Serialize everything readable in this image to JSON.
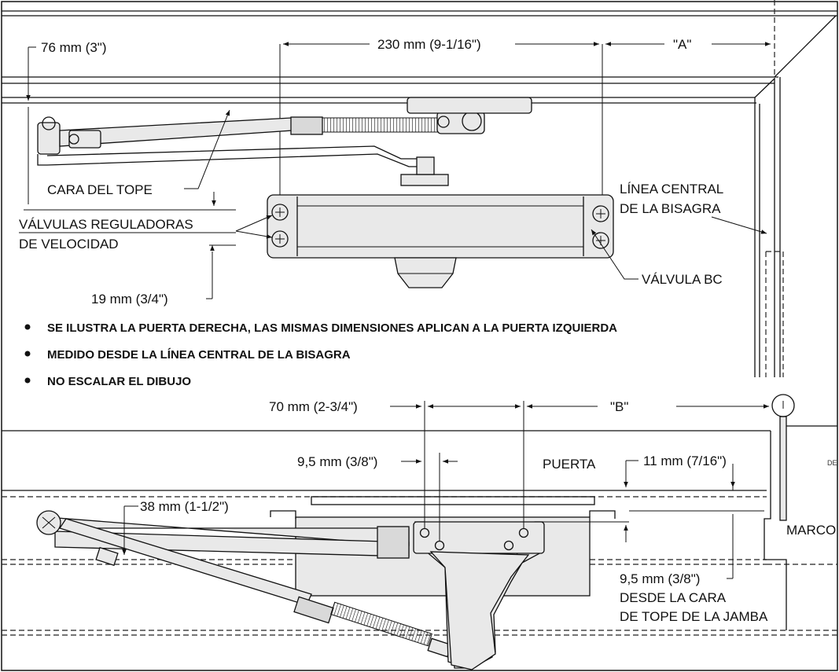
{
  "top_view": {
    "dim_top_width": "230 mm (9-1/16\")",
    "dim_a": "\"A\"",
    "dim_left_height": "76 mm (3\")",
    "label_stop_face": "CARA DEL TOPE",
    "label_valves_line1": "VÁLVULAS REGULADORAS",
    "label_valves_line2": "DE VELOCIDAD",
    "dim_bottom_offset": "19 mm (3/4\")",
    "label_hinge_line1": "LÍNEA CENTRAL",
    "label_hinge_line2": "DE LA BISAGRA",
    "label_bc_valve": "VÁLVULA BC"
  },
  "notes": [
    "SE ILUSTRA LA PUERTA DERECHA, LAS MISMAS DIMENSIONES APLICAN A LA PUERTA IZQUIERDA",
    "MEDIDO DESDE LA LÍNEA CENTRAL DE LA BISAGRA",
    "NO ESCALAR EL DIBUJO"
  ],
  "bottom_view": {
    "dim_plate_width": "70 mm (2-3/4\")",
    "dim_b": "\"B\"",
    "dim_hole_offset": "9,5 mm (3/8\")",
    "label_door": "PUERTA",
    "dim_right_top": "11 mm (7/16\")",
    "dim_left_arm": "38 mm (1-1/2\")",
    "dim_right_bottom": "9,5 mm (3/8\")",
    "label_from_face_line1": "DESDE LA CARA",
    "label_from_face_line2": "DE TOPE DE LA JAMBA",
    "label_frame": "MARCO",
    "label_cut_tag": "DE"
  }
}
